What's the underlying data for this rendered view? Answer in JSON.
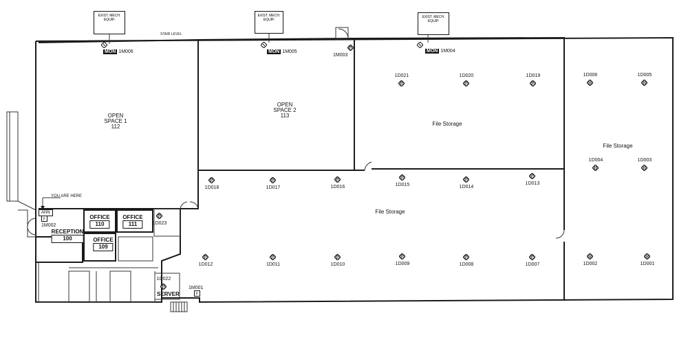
{
  "equipment": {
    "label_line1": "EXIST. MECH.",
    "label_line2": "EQUIP."
  },
  "top_note": "STAIR LEVEL",
  "rooms": {
    "open1_name": "OPEN",
    "open1_sub": "SPACE 1",
    "open1_num": "112",
    "open2_name": "OPEN",
    "open2_sub": "SPACE 2",
    "open2_num": "113",
    "file_storage": "File Storage",
    "office_label": "OFFICE",
    "office110": "110",
    "office111": "111",
    "office109": "109",
    "reception": "RECEPTION",
    "reception_num": "100",
    "server": "SERVER"
  },
  "monitors": {
    "mon_label": "MON",
    "m6": "1M006",
    "m5": "1M005",
    "m4": "1M004",
    "m3": "1M003",
    "m2": "1M002",
    "m1": "1M001"
  },
  "you_are_here": "YOU ARE HERE",
  "ann_label": "ANN",
  "sensors": {
    "d021": "1D021",
    "d020": "1D020",
    "d019": "1D019",
    "d006": "1D006",
    "d005": "1D005",
    "d004": "1D004",
    "d003": "1D003",
    "d018": "1D018",
    "d017": "1D017",
    "d016": "1D016",
    "d015": "1D015",
    "d014": "1D014",
    "d013": "1D013",
    "d012": "1D012",
    "d011": "1D011",
    "d010": "1D010",
    "d009": "1D009",
    "d008": "1D008",
    "d007": "1D007",
    "d002": "1D002",
    "d001": "1D001",
    "d023": "1D023",
    "d022": "1D022"
  },
  "symbols": {
    "p_letter": "P",
    "h_letter": "H",
    "f_letter": "F"
  }
}
